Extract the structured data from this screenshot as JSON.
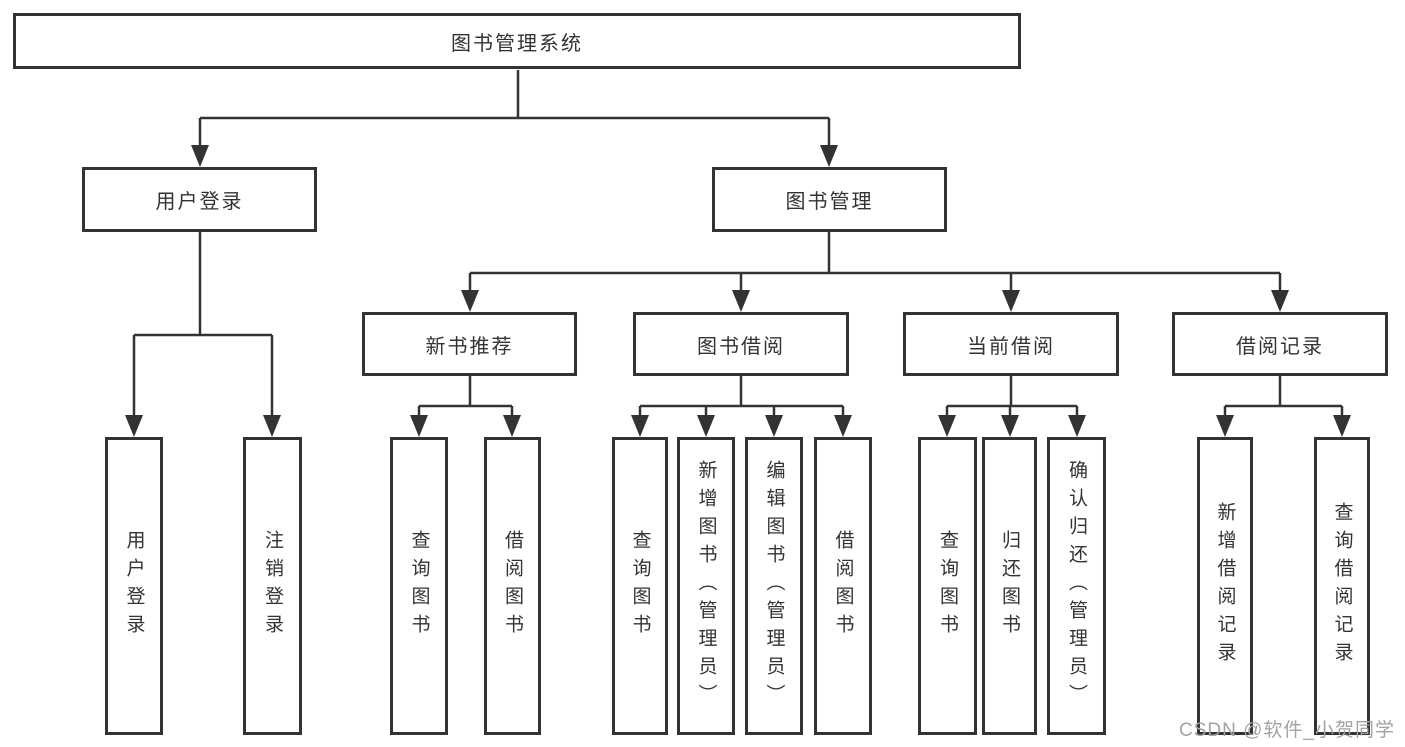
{
  "tree": {
    "label": "图书管理系统",
    "children": [
      {
        "label": "用户登录",
        "children": [
          {
            "label": "用户登录"
          },
          {
            "label": "注销登录"
          }
        ]
      },
      {
        "label": "图书管理",
        "children": [
          {
            "label": "新书推荐",
            "children": [
              {
                "label": "查询图书"
              },
              {
                "label": "借阅图书"
              }
            ]
          },
          {
            "label": "图书借阅",
            "children": [
              {
                "label": "查询图书"
              },
              {
                "label": "新增图书（管理员）"
              },
              {
                "label": "编辑图书（管理员）"
              },
              {
                "label": "借阅图书"
              }
            ]
          },
          {
            "label": "当前借阅",
            "children": [
              {
                "label": "查询图书"
              },
              {
                "label": "归还图书"
              },
              {
                "label": "确认归还（管理员）"
              }
            ]
          },
          {
            "label": "借阅记录",
            "children": [
              {
                "label": "新增借阅记录"
              },
              {
                "label": "查询借阅记录"
              }
            ]
          }
        ]
      }
    ]
  },
  "watermark": {
    "text": "CSDN @软件_小贺同学"
  },
  "colors": {
    "line": "#333333",
    "background": "#ffffff",
    "watermark": "#a2a2a8"
  }
}
